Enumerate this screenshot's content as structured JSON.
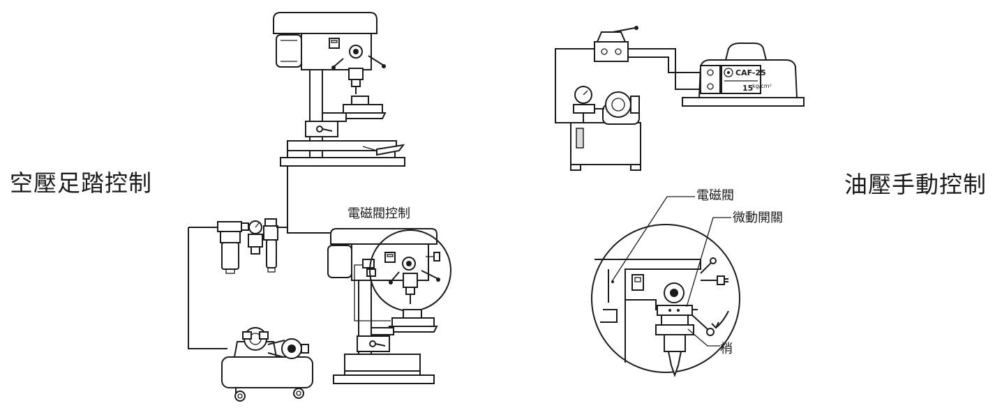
{
  "labels": {
    "pneumatic_pedal": "空壓足踏控制",
    "solenoid_control": "電磁閥控制",
    "hydraulic_manual": "油壓手動控制",
    "solenoid_valve": "電磁閥",
    "micro_switch": "微動開關",
    "pin": "梢"
  },
  "plate": {
    "model": "CAF-25",
    "capacity": "15",
    "unit": "kg/cm²"
  }
}
